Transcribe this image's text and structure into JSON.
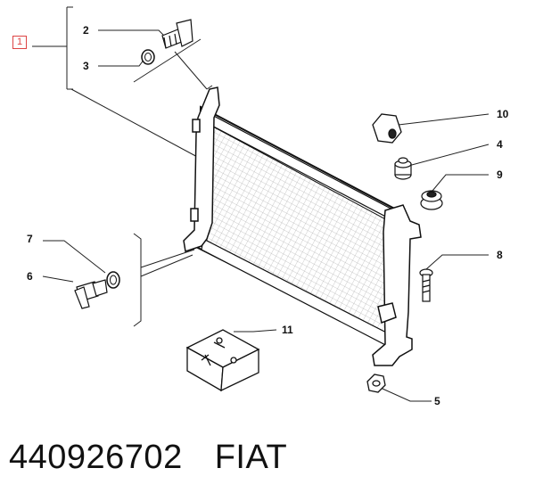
{
  "diagram": {
    "main_callout": "1",
    "labels": [
      "2",
      "3",
      "4",
      "5",
      "6",
      "7",
      "8",
      "9",
      "10",
      "11"
    ]
  },
  "footer": {
    "part_number": "440926702",
    "brand": "FIAT"
  },
  "colors": {
    "callout_box": "#dd4444",
    "lines": "#111111"
  }
}
